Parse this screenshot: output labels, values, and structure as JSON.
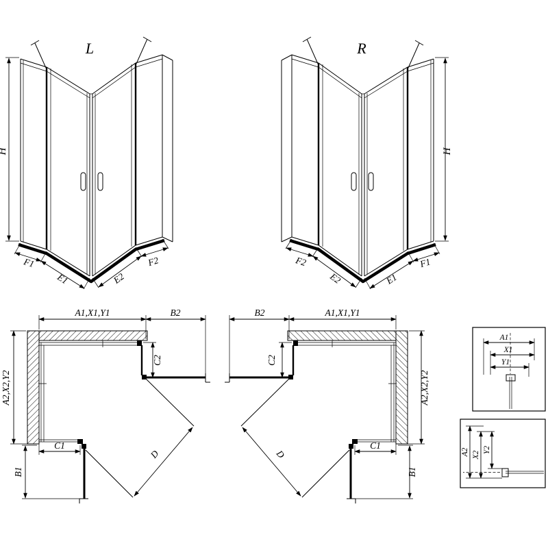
{
  "views": {
    "persp_left": {
      "title": "L",
      "h": "H",
      "f1": "F1",
      "e1": "E1",
      "e2": "E2",
      "f2": "F2"
    },
    "persp_right": {
      "title": "R",
      "h": "H",
      "f1": "F1",
      "e1": "E1",
      "e2": "E2",
      "f2": "F2"
    },
    "plan_left": {
      "a1": "A1,X1,Y1",
      "b2": "B2",
      "c2": "C2",
      "a2": "A2,X2,Y2",
      "c1": "C1",
      "b1": "B1",
      "d": "D"
    },
    "plan_right": {
      "a1": "A1,X1,Y1",
      "b2": "B2",
      "c2": "C2",
      "a2": "A2,X2,Y2",
      "c1": "C1",
      "b1": "B1",
      "d": "D"
    },
    "detail_top": {
      "a1": "A1",
      "x1": "X1",
      "y1": "Y1"
    },
    "detail_bottom": {
      "a2": "A2",
      "x2": "X2",
      "y2": "Y2"
    }
  },
  "colors": {
    "line": "#000000",
    "background": "#ffffff"
  }
}
